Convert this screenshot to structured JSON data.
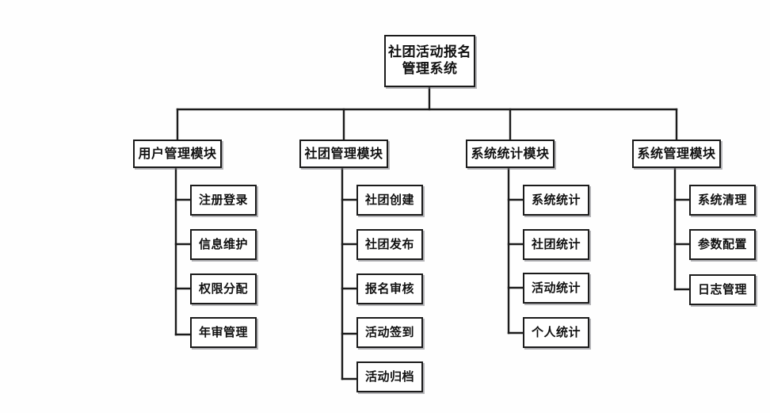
{
  "diagram": {
    "title": "社团活动报名管理系统",
    "type": "org-tree",
    "orientation": "top-down",
    "colors": {
      "background": "#fefefe",
      "box_fill": "#ffffff",
      "box_border": "#1b1b1b",
      "connector": "#1b1b1b",
      "shadow": "#787a7d",
      "text": "#111111"
    },
    "root": {
      "line1": "社团活动报名",
      "line2": "管理系统"
    },
    "branches": [
      {
        "module": "用户管理模块",
        "leaves": [
          "注册登录",
          "信息维护",
          "权限分配",
          "年审管理"
        ]
      },
      {
        "module": "社团管理模块",
        "leaves": [
          "社团创建",
          "社团发布",
          "报名审核",
          "活动签到",
          "活动归档"
        ]
      },
      {
        "module": "系统统计模块",
        "leaves": [
          "系统统计",
          "社团统计",
          "活动统计",
          "个人统计"
        ]
      },
      {
        "module": "系统管理模块",
        "leaves": [
          "系统清理",
          "参数配置",
          "日志管理"
        ]
      }
    ]
  }
}
